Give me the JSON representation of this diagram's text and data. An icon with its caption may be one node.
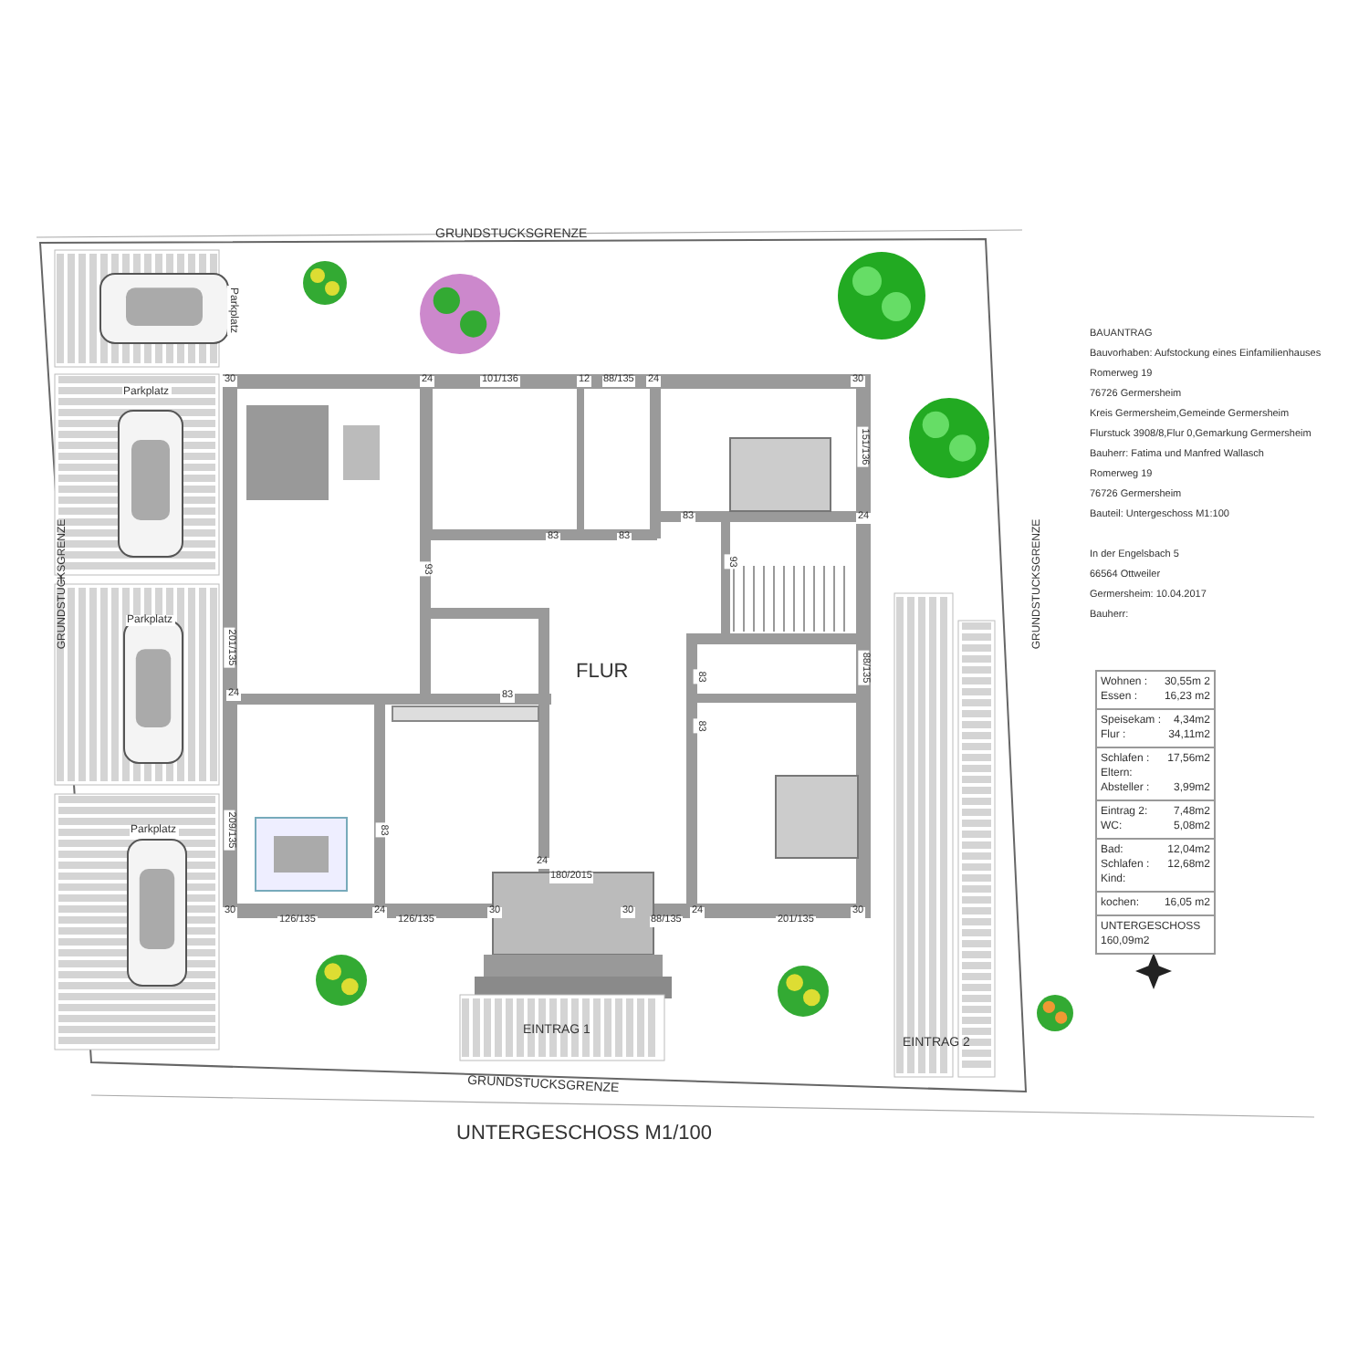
{
  "diagram": {
    "caption": "UNTERGESCHOSS M1/100",
    "labels": [
      "GRUNDSTUCKSGRENZE",
      "Parkplatz",
      "Parkplatz",
      "GRUNDSTUCKSGRENZE",
      "Parkplatz",
      "Parkplatz",
      "GRUNDSTUCKSGRENZE",
      "BAUANTRAG",
      "Bauvorhaben: Aufstockung eines Einfamilienhauses",
      "Romerweg 19",
      "76726 Germersheim",
      "Kreis Germersheim,Gemeinde Germersheim",
      "Flurstuck 3908/8,Flur 0,Gemarkung Germersheim",
      "Bauherr: Fatima und Manfred Wallasch",
      "Romerweg 19",
      "76726 Germersheim",
      "Bauteil: Untergeschoss M1:100",
      "In der Engelsbach 5",
      "66564 Ottweiler",
      "Germersheim: 10.04.2017",
      "Bauherr:",
      "30",
      "24",
      "101/136",
      "12",
      "88/135",
      "24",
      "30",
      "151/136",
      "83",
      "24",
      "83",
      "83",
      "93",
      "93",
      "201/135",
      "FLUR",
      "88/135",
      "83",
      "24",
      "83",
      "83",
      "83",
      "209/135",
      "24",
      "180/2015",
      "30",
      "24",
      "30",
      "30",
      "24",
      "30",
      "126/135",
      "126/135",
      "88/135",
      "201/135",
      "EINTRAG 1",
      "EINTRAG 2",
      "GRUNDSTUCKSGRENZE",
      "Wohnen :",
      "30,55m 2",
      "Essen :",
      "16,23 m2",
      "Speisekam :",
      "4,34m2",
      "Flur :",
      "34,11m2",
      "Schlafen : Eltern:",
      "17,56m2",
      "Absteller :",
      "3,99m2",
      "Eintrag 2:",
      "7,48m2",
      "WC:",
      "5,08m2",
      "Bad:",
      "12,04m2",
      "Schlafen : Kind:",
      "12,68m2",
      "kochen:",
      "16,05 m2",
      "UNTERGESCHOSS 160,09m2"
    ]
  }
}
